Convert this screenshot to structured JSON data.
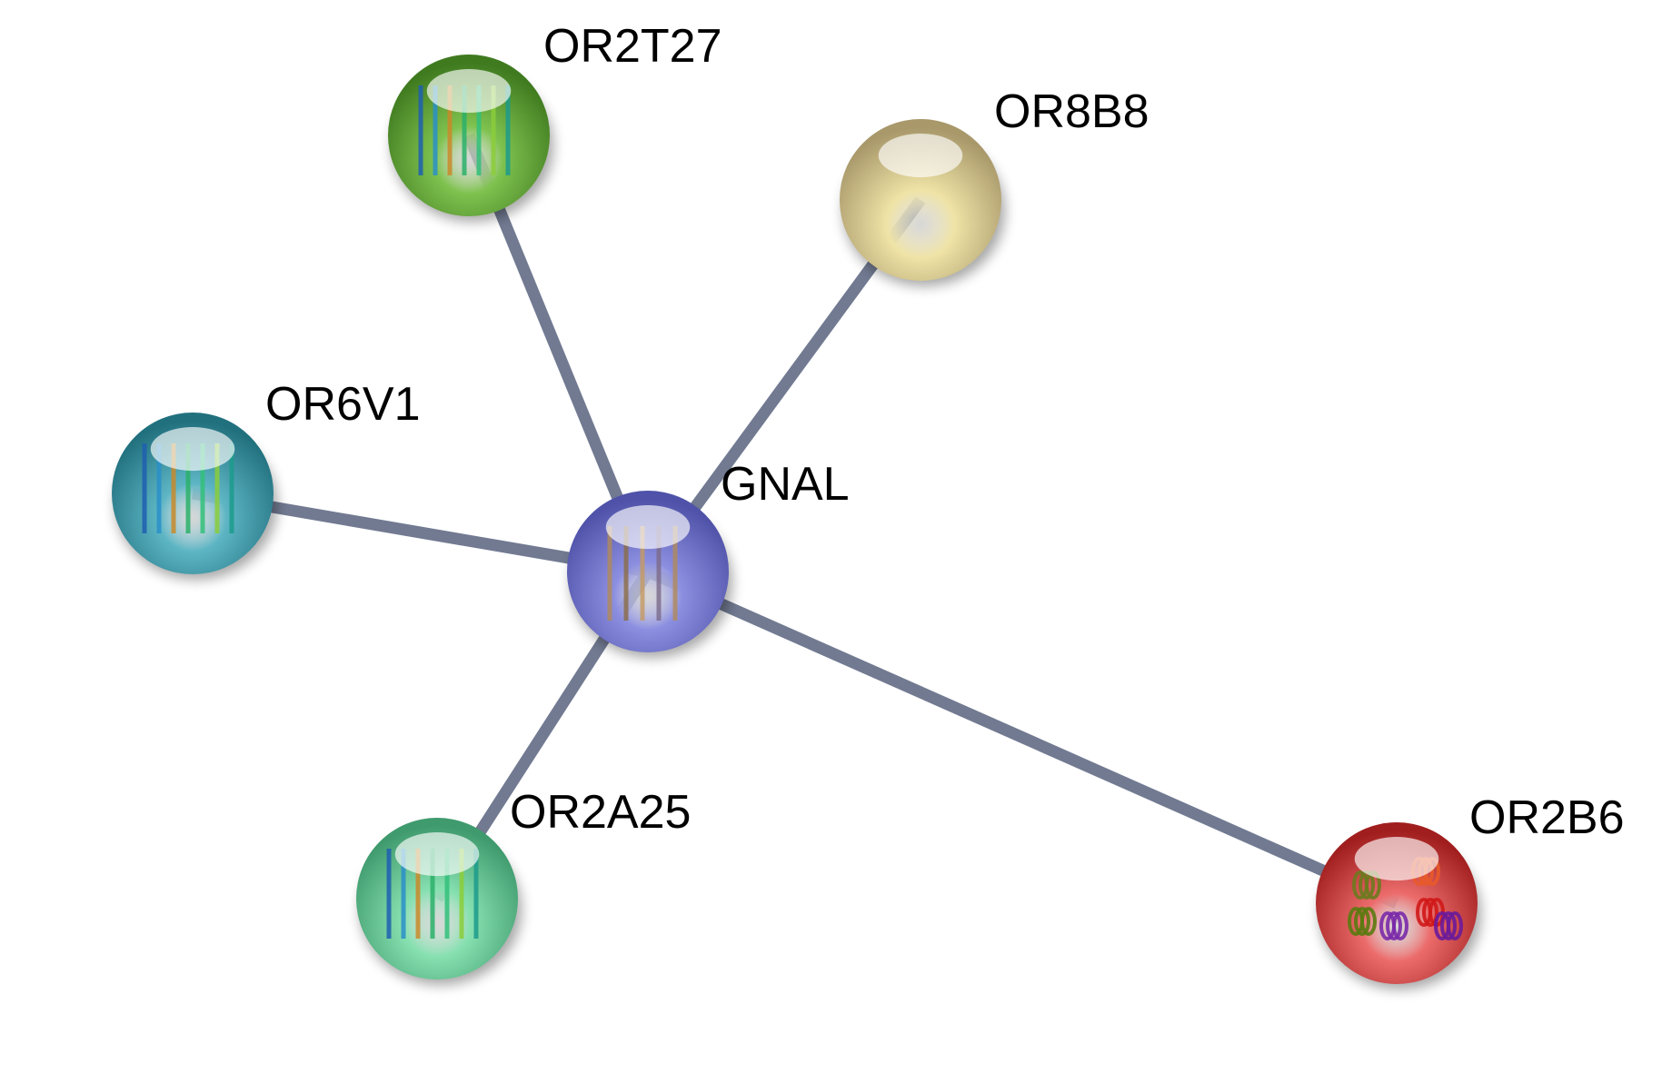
{
  "network": {
    "colors": {
      "edge": "#717a91",
      "background": "#ffffff"
    },
    "nodes": [
      {
        "id": "GNAL",
        "label": "GNAL",
        "color": "#8c8fe0",
        "dark": "#4f52a8",
        "structure": "helix-bundle-tan",
        "has_structure": true
      },
      {
        "id": "OR2T27",
        "label": "OR2T27",
        "color": "#7fc24f",
        "dark": "#3f7a1f",
        "structure": "7tm-helices",
        "has_structure": true
      },
      {
        "id": "OR8B8",
        "label": "OR8B8",
        "color": "#efe3a6",
        "dark": "#a8986a",
        "structure": "none",
        "has_structure": false
      },
      {
        "id": "OR6V1",
        "label": "OR6V1",
        "color": "#5db5c4",
        "dark": "#21707e",
        "structure": "7tm-helices",
        "has_structure": true
      },
      {
        "id": "OR2A25",
        "label": "OR2A25",
        "color": "#86e0b0",
        "dark": "#3f9a6d",
        "structure": "7tm-helices",
        "has_structure": true
      },
      {
        "id": "OR2B6",
        "label": "OR2B6",
        "color": "#ec6c6c",
        "dark": "#a11e1e",
        "structure": "helix-cluster-red",
        "has_structure": true
      }
    ],
    "edges": [
      {
        "source": "GNAL",
        "target": "OR2T27"
      },
      {
        "source": "GNAL",
        "target": "OR8B8"
      },
      {
        "source": "GNAL",
        "target": "OR6V1"
      },
      {
        "source": "GNAL",
        "target": "OR2A25"
      },
      {
        "source": "GNAL",
        "target": "OR2B6"
      }
    ]
  }
}
